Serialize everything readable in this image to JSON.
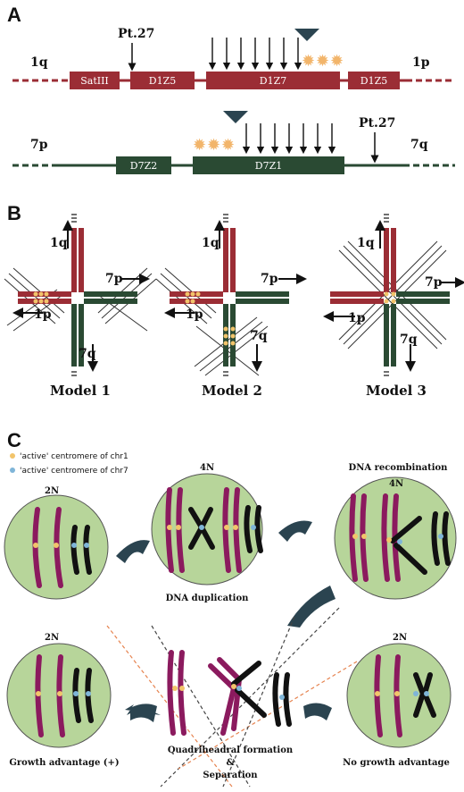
{
  "panels": {
    "a": "A",
    "b": "B",
    "c": "C"
  },
  "panel_a": {
    "chr1": {
      "left_arm": "1q",
      "right_arm": "1p",
      "marker": "Pt.27",
      "segments": [
        "SatIII",
        "D1Z5",
        "D1Z7",
        "D1Z5"
      ]
    },
    "chr7": {
      "left_arm": "7p",
      "right_arm": "7q",
      "marker": "Pt.27",
      "segments": [
        "D7Z2",
        "D7Z1"
      ]
    }
  },
  "panel_b": {
    "models": [
      "Model 1",
      "Model 2",
      "Model 3"
    ],
    "arm_labels": {
      "q1": "1q",
      "p1": "1p",
      "p7": "7p",
      "q7": "7q"
    }
  },
  "panel_c": {
    "legend": [
      "'active' centromere of chr1",
      "'active' centromere of chr7"
    ],
    "ploidy_2n": "2N",
    "ploidy_4n": "4N",
    "dna_duplication": "DNA duplication",
    "dna_recombination": "DNA recombination",
    "growth_advantage": "Growth advantage (+)",
    "quadriradial": "Quadriheadral formation",
    "amp": "&",
    "separation": "Separation",
    "no_growth": "No growth advantage"
  },
  "colors": {
    "chr1": "#9b2d35",
    "chr7": "#2a4a33",
    "cell": "#b7d59a",
    "chr1_c": "#8b1a5e",
    "centromere1": "#f2c46b",
    "centromere7": "#7fb5d8",
    "arrow": "#2b4450"
  }
}
